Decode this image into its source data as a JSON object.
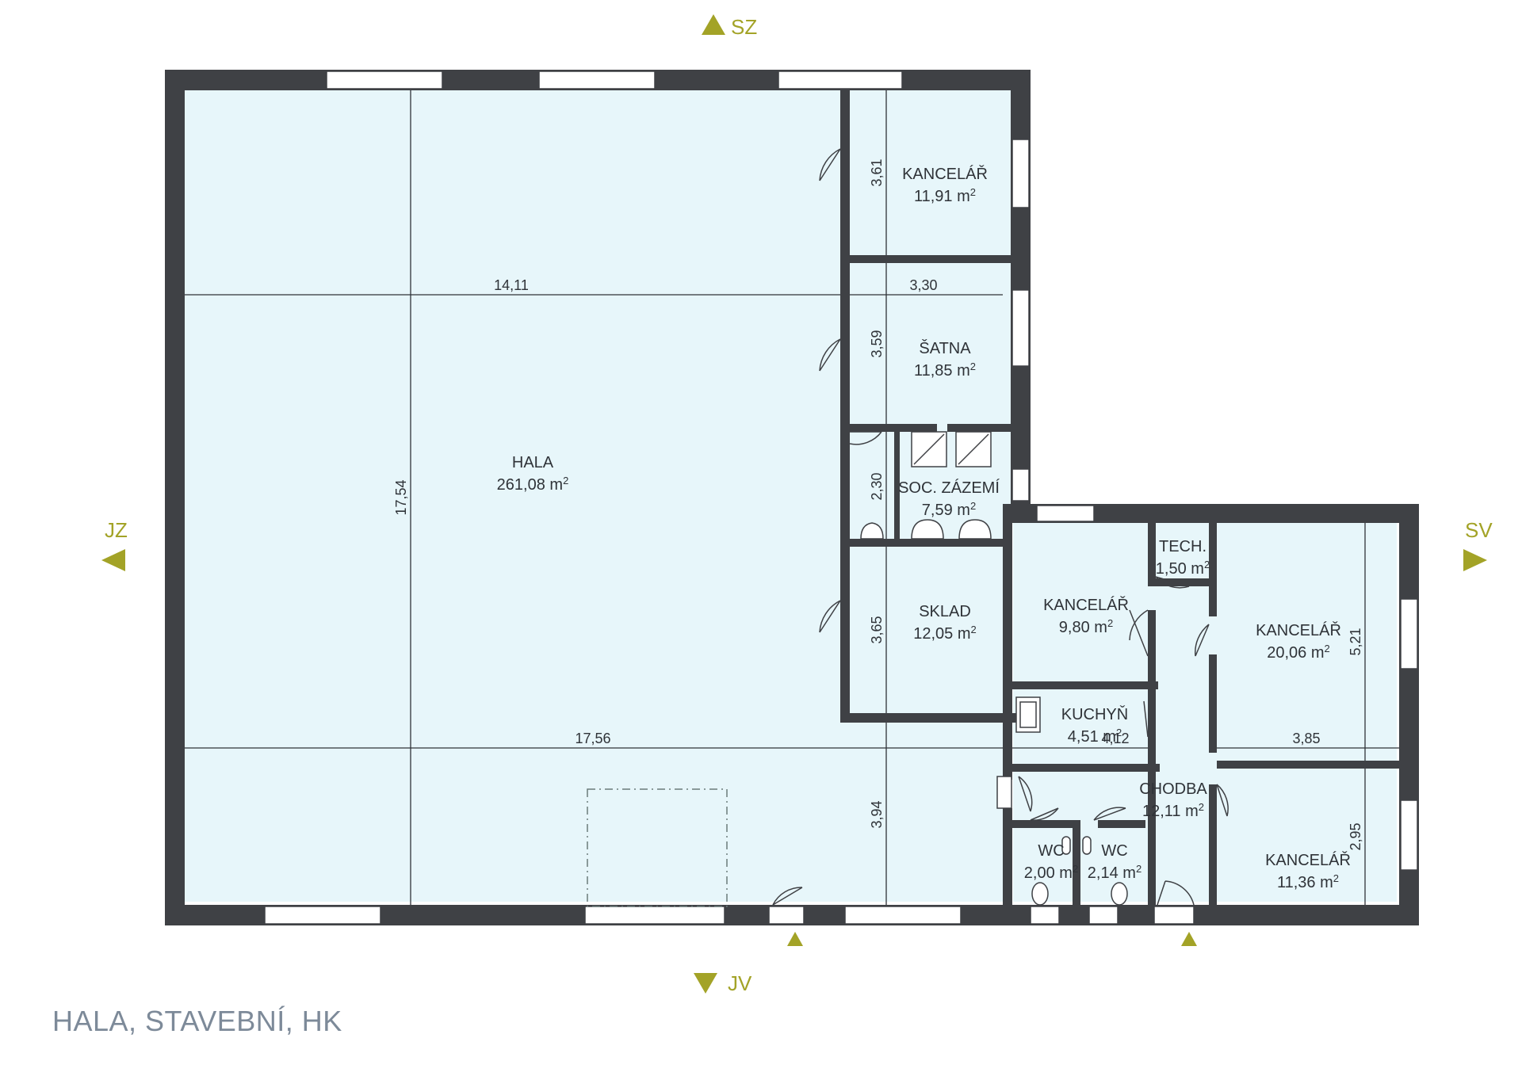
{
  "caption": "HALA, STAVEBNÍ, HK",
  "colors": {
    "wall": "#3f4145",
    "floor": "#e7f6fa",
    "accent": "#a3a327",
    "text": "#2f3338",
    "caption": "#7d8a99"
  },
  "compass": {
    "north": "SZ",
    "south": "JV",
    "west": "JZ",
    "east": "SV"
  },
  "area_unit": "m",
  "area_unit_exp": "2",
  "rooms": {
    "hala": {
      "name": "HALA",
      "area": "261,08"
    },
    "kancelar_top": {
      "name": "KANCELÁŘ",
      "area": "11,91"
    },
    "satna": {
      "name": "ŠATNA",
      "area": "11,85"
    },
    "soc_zazemi": {
      "name": "SOC. ZÁZEMÍ",
      "area": "7,59"
    },
    "sklad": {
      "name": "SKLAD",
      "area": "12,05"
    },
    "kancelar_mid": {
      "name": "KANCELÁŘ",
      "area": "9,80"
    },
    "tech": {
      "name": "TECH.",
      "area": "1,50"
    },
    "kancelar_big": {
      "name": "KANCELÁŘ",
      "area": "20,06"
    },
    "kuchyn": {
      "name": "KUCHYŇ",
      "area": "4,51"
    },
    "chodba": {
      "name": "CHODBA",
      "area": "12,11"
    },
    "wc1": {
      "name": "WC",
      "area": "2,00"
    },
    "wc2": {
      "name": "WC",
      "area": "2,14"
    },
    "kancelar_small": {
      "name": "KANCELÁŘ",
      "area": "11,36"
    }
  },
  "dimensions": {
    "hala_width": "14,11",
    "hala_depth": "17,54",
    "total_width": "17,56",
    "kancelar_top_depth": "3,61",
    "satna_width": "3,30",
    "satna_depth": "3,59",
    "soc_depth": "2,30",
    "sklad_depth": "3,65",
    "lower_depth": "3,94",
    "kuchyn_width": "4,12",
    "kancelar_big_width": "3,85",
    "kancelar_big_depth": "5,21",
    "kancelar_small_depth": "2,95"
  }
}
